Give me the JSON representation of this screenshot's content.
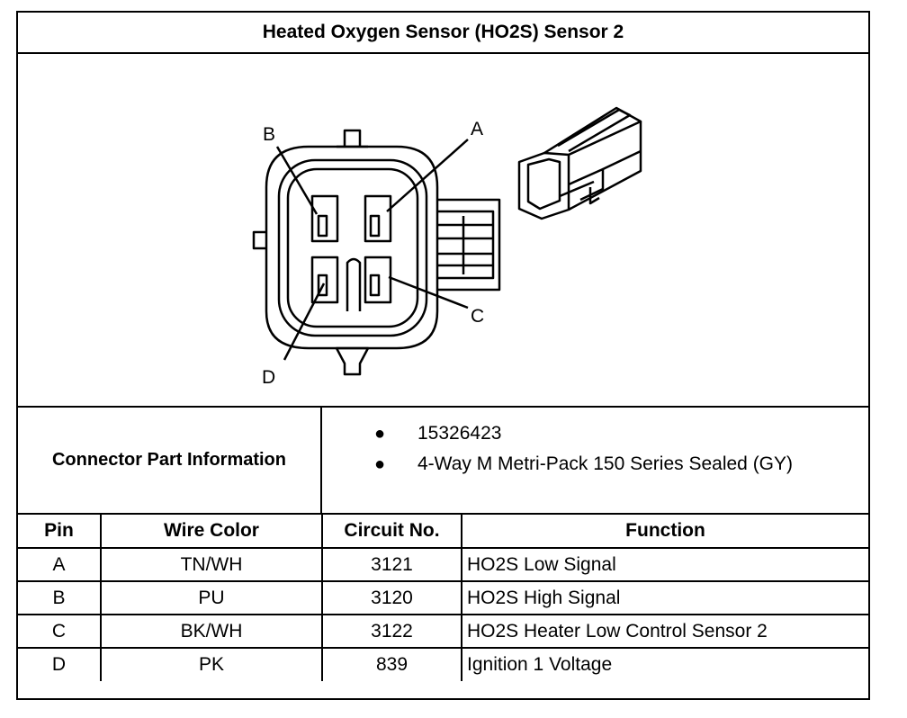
{
  "title": "Heated Oxygen Sensor (HO2S) Sensor 2",
  "diagram": {
    "pin_labels": {
      "a": "A",
      "b": "B",
      "c": "C",
      "d": "D"
    }
  },
  "connector_info": {
    "label": "Connector Part Information",
    "items": [
      "15326423",
      "4-Way M Metri-Pack 150 Series Sealed (GY)"
    ]
  },
  "pin_table": {
    "headers": [
      "Pin",
      "Wire Color",
      "Circuit No.",
      "Function"
    ],
    "rows": [
      {
        "pin": "A",
        "wire_color": "TN/WH",
        "circuit": "3121",
        "function": "HO2S Low Signal"
      },
      {
        "pin": "B",
        "wire_color": "PU",
        "circuit": "3120",
        "function": "HO2S High Signal"
      },
      {
        "pin": "C",
        "wire_color": "BK/WH",
        "circuit": "3122",
        "function": "HO2S Heater Low Control Sensor 2"
      },
      {
        "pin": "D",
        "wire_color": "PK",
        "circuit": "839",
        "function": "Ignition 1 Voltage"
      }
    ]
  }
}
